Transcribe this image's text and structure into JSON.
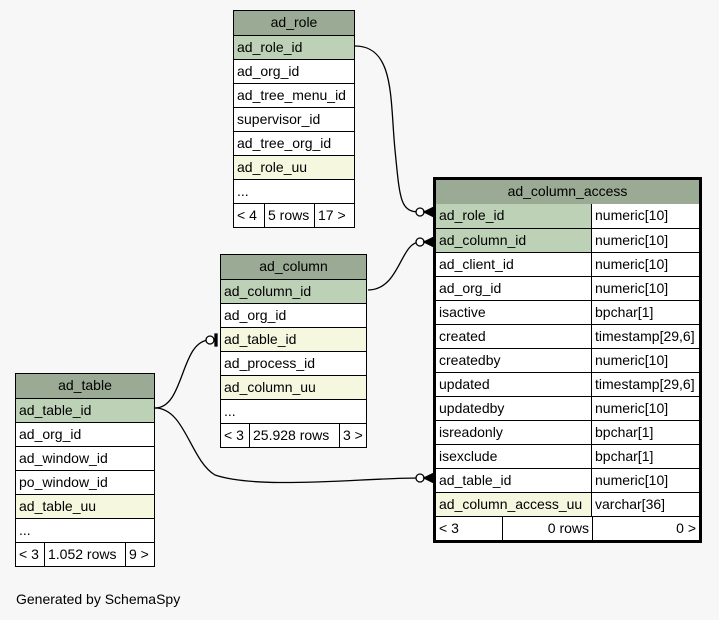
{
  "tables": {
    "ad_role": {
      "name": "ad_role",
      "columns": [
        {
          "name": "ad_role_id",
          "kind": "pk"
        },
        {
          "name": "ad_org_id",
          "kind": "normal"
        },
        {
          "name": "ad_tree_menu_id",
          "kind": "normal"
        },
        {
          "name": "supervisor_id",
          "kind": "normal"
        },
        {
          "name": "ad_tree_org_id",
          "kind": "normal"
        },
        {
          "name": "ad_role_uu",
          "kind": "unique"
        },
        {
          "name": "...",
          "kind": "normal"
        }
      ],
      "footer": {
        "parents": "< 4",
        "rows": "5 rows",
        "children": "17 >"
      }
    },
    "ad_column": {
      "name": "ad_column",
      "columns": [
        {
          "name": "ad_column_id",
          "kind": "pk"
        },
        {
          "name": "ad_org_id",
          "kind": "normal"
        },
        {
          "name": "ad_table_id",
          "kind": "unique"
        },
        {
          "name": "ad_process_id",
          "kind": "normal"
        },
        {
          "name": "ad_column_uu",
          "kind": "unique"
        },
        {
          "name": "...",
          "kind": "normal"
        }
      ],
      "footer": {
        "parents": "< 3",
        "rows": "25.928 rows",
        "children": "3 >"
      }
    },
    "ad_table": {
      "name": "ad_table",
      "columns": [
        {
          "name": "ad_table_id",
          "kind": "pk"
        },
        {
          "name": "ad_org_id",
          "kind": "normal"
        },
        {
          "name": "ad_window_id",
          "kind": "normal"
        },
        {
          "name": "po_window_id",
          "kind": "normal"
        },
        {
          "name": "ad_table_uu",
          "kind": "unique"
        },
        {
          "name": "...",
          "kind": "normal"
        }
      ],
      "footer": {
        "parents": "< 3",
        "rows": "1.052 rows",
        "children": "9 >"
      }
    },
    "ad_column_access": {
      "name": "ad_column_access",
      "columns": [
        {
          "name": "ad_role_id",
          "type": "numeric[10]",
          "kind": "pk"
        },
        {
          "name": "ad_column_id",
          "type": "numeric[10]",
          "kind": "pk"
        },
        {
          "name": "ad_client_id",
          "type": "numeric[10]",
          "kind": "normal"
        },
        {
          "name": "ad_org_id",
          "type": "numeric[10]",
          "kind": "normal"
        },
        {
          "name": "isactive",
          "type": "bpchar[1]",
          "kind": "normal"
        },
        {
          "name": "created",
          "type": "timestamp[29,6]",
          "kind": "normal"
        },
        {
          "name": "createdby",
          "type": "numeric[10]",
          "kind": "normal"
        },
        {
          "name": "updated",
          "type": "timestamp[29,6]",
          "kind": "normal"
        },
        {
          "name": "updatedby",
          "type": "numeric[10]",
          "kind": "normal"
        },
        {
          "name": "isreadonly",
          "type": "bpchar[1]",
          "kind": "normal"
        },
        {
          "name": "isexclude",
          "type": "bpchar[1]",
          "kind": "normal"
        },
        {
          "name": "ad_table_id",
          "type": "numeric[10]",
          "kind": "normal"
        },
        {
          "name": "ad_column_access_uu",
          "type": "varchar[36]",
          "kind": "unique"
        }
      ],
      "footer": {
        "parents": "< 3",
        "rows": "0 rows",
        "children": "0 >"
      }
    }
  },
  "relationships": [
    {
      "from": "ad_column_access.ad_role_id",
      "to": "ad_role.ad_role_id"
    },
    {
      "from": "ad_column_access.ad_column_id",
      "to": "ad_column.ad_column_id"
    },
    {
      "from": "ad_column.ad_table_id",
      "to": "ad_table.ad_table_id"
    },
    {
      "from": "ad_column_access.ad_table_id",
      "to": "ad_table.ad_table_id"
    }
  ],
  "generated_by": "Generated by SchemaSpy"
}
